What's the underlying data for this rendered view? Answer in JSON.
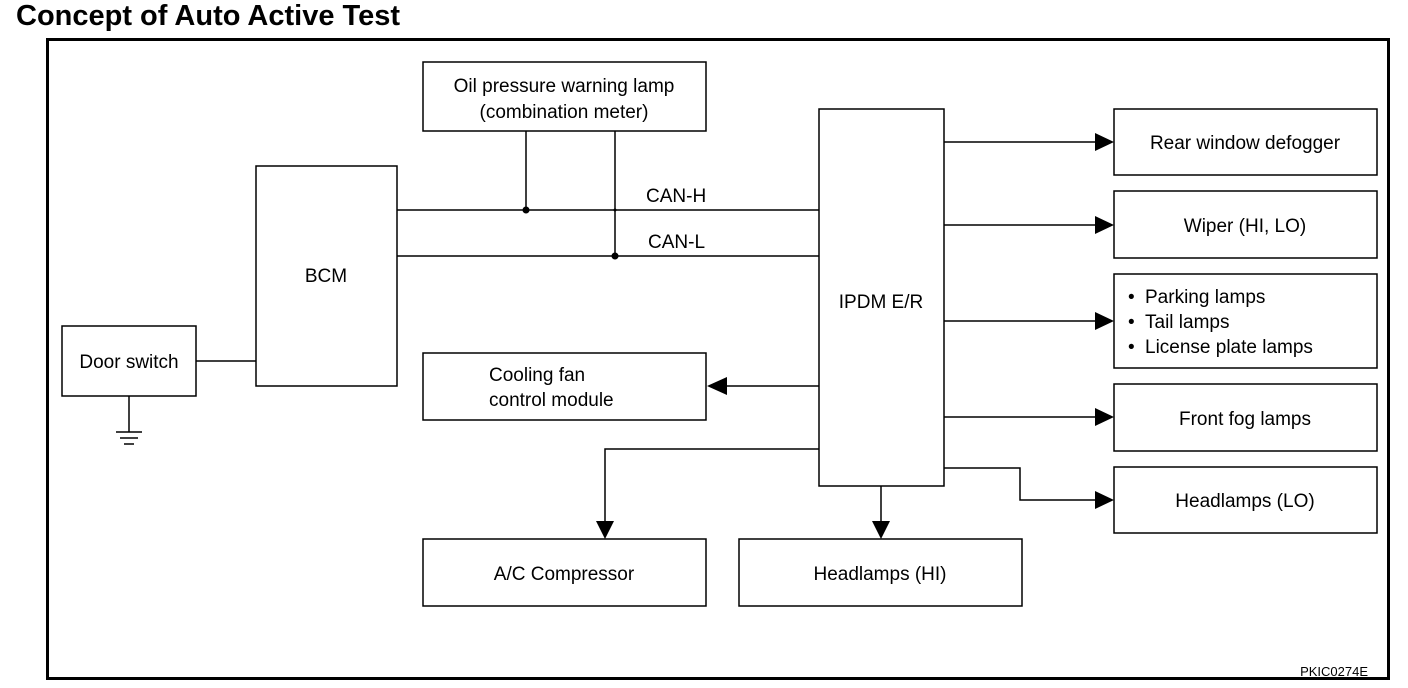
{
  "title": "Concept of Auto Active Test",
  "figure_id": "PKIC0274E",
  "blocks": {
    "oil_lamp": [
      "Oil pressure warning lamp",
      "(combination meter)"
    ],
    "bcm": "BCM",
    "door_switch": "Door switch",
    "cooling_fan": [
      "Cooling fan",
      "control module"
    ],
    "ipdm": "IPDM E/R",
    "ac_compressor": "A/C Compressor",
    "headlamps_hi": "Headlamps (HI)",
    "rear_defogger": "Rear window defogger",
    "wiper": "Wiper (HI, LO)",
    "lamps_group": [
      "Parking lamps",
      "Tail lamps",
      "License plate lamps"
    ],
    "front_fog": "Front fog lamps",
    "headlamps_lo": "Headlamps (LO)"
  },
  "bus_labels": {
    "can_h": "CAN-H",
    "can_l": "CAN-L"
  },
  "bullet": "•"
}
